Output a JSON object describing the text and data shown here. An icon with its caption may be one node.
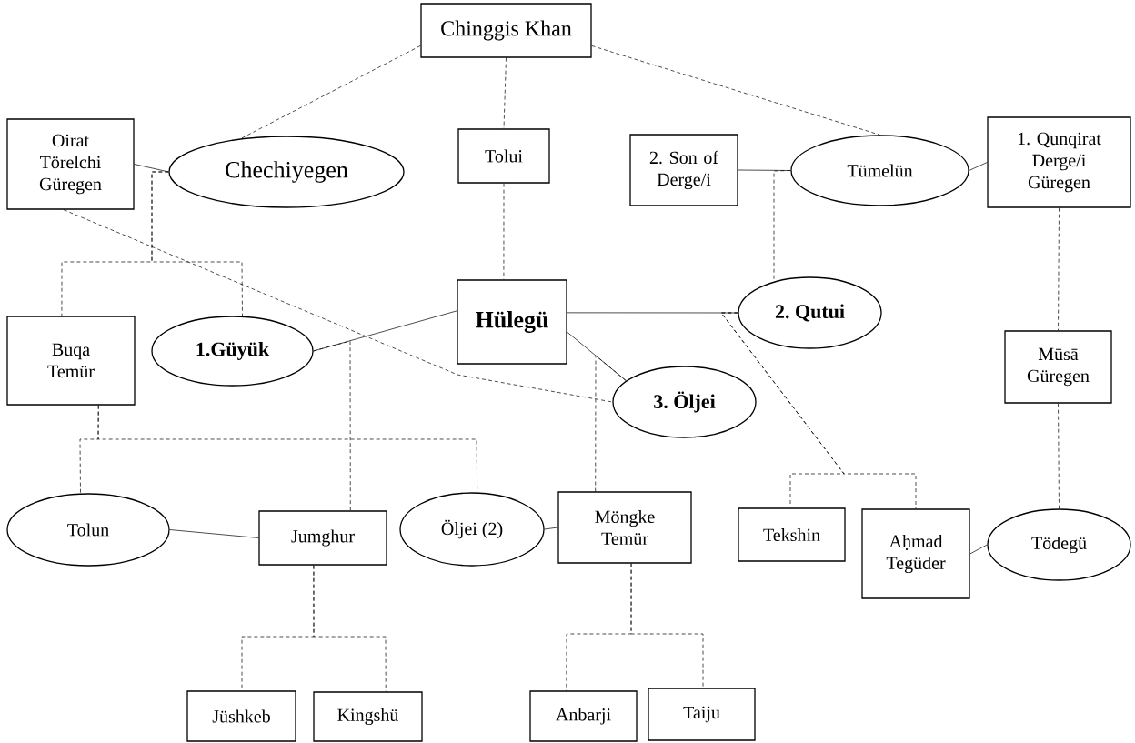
{
  "diagram": {
    "nodes": [
      {
        "text": [
          "Chinggis Khan"
        ]
      },
      {
        "text": [
          "Oirat Törelchi Güregen"
        ]
      },
      {
        "text": [
          "Chechiyegen"
        ]
      },
      {
        "text": [
          "Tolui"
        ]
      },
      {
        "text": [
          "2. Son of Derge/i"
        ]
      },
      {
        "text": [
          "Tümelün"
        ]
      },
      {
        "text": [
          "1. Qunqirat Derge/i Güregen"
        ]
      },
      {
        "text": [
          "Buqa Temür"
        ]
      },
      {
        "text": [
          "1.Güyük"
        ]
      },
      {
        "text": [
          "Hülegü"
        ]
      },
      {
        "text": [
          "2. Qutui"
        ]
      },
      {
        "text": [
          "3. Öljei"
        ]
      },
      {
        "text": [
          "Mūsā Güregen"
        ]
      },
      {
        "text": [
          "Tolun"
        ]
      },
      {
        "text": [
          "Jumghur"
        ]
      },
      {
        "text": [
          "Öljei (2)"
        ]
      },
      {
        "text": [
          "Möngke Temür"
        ]
      },
      {
        "text": [
          "Tekshin"
        ]
      },
      {
        "text": [
          "Aḥmad Tegüder"
        ]
      },
      {
        "text": [
          "Tödegü"
        ]
      },
      {
        "text": [
          "Jüshkeb"
        ]
      },
      {
        "text": [
          "Kingshü"
        ]
      },
      {
        "text": [
          "Anbarji"
        ]
      },
      {
        "text": [
          "Taiju"
        ]
      }
    ],
    "edges": [
      {
        "from": 0,
        "to": 2,
        "arrow": "none",
        "style": "dashed"
      },
      {
        "from": 0,
        "to": 3,
        "arrow": "none",
        "style": "dashed"
      },
      {
        "from": 0,
        "to": 5,
        "arrow": "none",
        "style": "dashed"
      },
      {
        "from": 1,
        "to": 2,
        "arrow": "none"
      },
      {
        "from": 3,
        "to": 9,
        "arrow": "none",
        "style": "dashed"
      },
      {
        "from": 4,
        "to": 5,
        "arrow": "none"
      },
      {
        "from": 5,
        "to": 6,
        "arrow": "none"
      },
      {
        "from": 1,
        "to": 11,
        "arrow": "none",
        "style": "dashed"
      },
      {
        "from": 2,
        "to": 7,
        "arrow": "none",
        "style": "dashed"
      },
      {
        "from": 2,
        "to": 8,
        "arrow": "none",
        "style": "dashed"
      },
      {
        "from": 9,
        "to": 8,
        "arrow": "none"
      },
      {
        "from": 9,
        "to": 10,
        "arrow": "none"
      },
      {
        "from": 9,
        "to": 11,
        "arrow": "none"
      },
      {
        "from": 5,
        "to": 10,
        "arrow": "none",
        "style": "dashed"
      },
      {
        "from": 6,
        "to": 12,
        "arrow": "none",
        "style": "dashed"
      },
      {
        "from": 8,
        "to": 14,
        "arrow": "none",
        "style": "dashed"
      },
      {
        "from": 7,
        "to": 13,
        "arrow": "none",
        "style": "dashed"
      },
      {
        "from": 7,
        "to": 15,
        "arrow": "none",
        "style": "dashed"
      },
      {
        "from": 11,
        "to": 16,
        "arrow": "none",
        "style": "dashed"
      },
      {
        "from": 10,
        "to": 17,
        "arrow": "none",
        "style": "dashed"
      },
      {
        "from": 10,
        "to": 18,
        "arrow": "none",
        "style": "dashed"
      },
      {
        "from": 13,
        "to": 14,
        "arrow": "none"
      },
      {
        "from": 15,
        "to": 16,
        "arrow": "none"
      },
      {
        "from": 12,
        "to": 19,
        "arrow": "none",
        "style": "dashed"
      },
      {
        "from": 18,
        "to": 19,
        "arrow": "none"
      },
      {
        "from": 14,
        "to": 20,
        "arrow": "none",
        "style": "dashed"
      },
      {
        "from": 14,
        "to": 21,
        "arrow": "none",
        "style": "dashed"
      },
      {
        "from": 16,
        "to": 22,
        "arrow": "none",
        "style": "dashed"
      },
      {
        "from": 16,
        "to": 23,
        "arrow": "none",
        "style": "dashed"
      }
    ]
  }
}
